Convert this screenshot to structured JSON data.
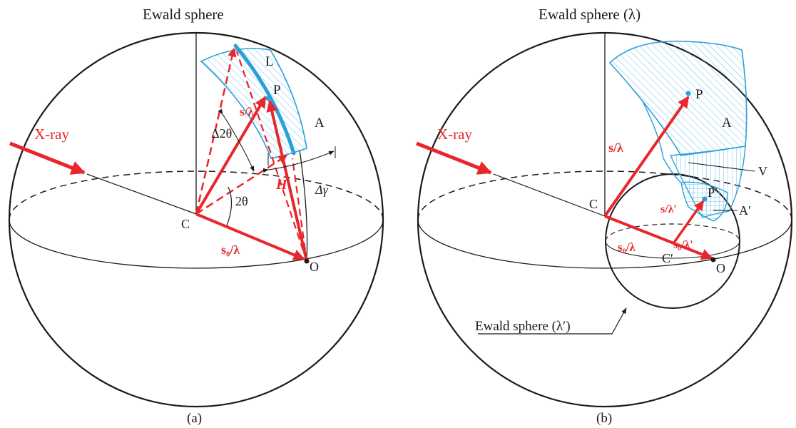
{
  "colors": {
    "ink": "#1a1a1a",
    "vector_red": "#e8262b",
    "region_blue": "#2a9fd8",
    "hatch_blue": "#6ec2ea"
  },
  "panel_a": {
    "title": "Ewald sphere",
    "incident": "X-ray",
    "center": "C",
    "origin": "O",
    "point_p": "P",
    "arc_l": "L",
    "area_a": "A",
    "delta_two_theta": "Δ2θ",
    "two_theta": "2θ",
    "delta_gamma": "Δγ",
    "vec_h": "H",
    "vec_s": "s/λ",
    "vec_s0": "s₀/λ",
    "caption": "(a)"
  },
  "panel_b": {
    "title": "Ewald sphere (λ)",
    "incident": "X-ray",
    "center": "C",
    "center_prime": "C′",
    "origin": "O",
    "point_p": "P",
    "point_p_prime": "P′",
    "area_a": "A",
    "area_a_prime": "A′",
    "volume_v": "V",
    "vec_s": "s/λ",
    "vec_s_prime": "s/λ′",
    "vec_s0": "s₀/λ",
    "vec_s0_prime": "s₀/λ′",
    "small_sphere": "Ewald sphere (λ′)",
    "caption": "(b)"
  }
}
